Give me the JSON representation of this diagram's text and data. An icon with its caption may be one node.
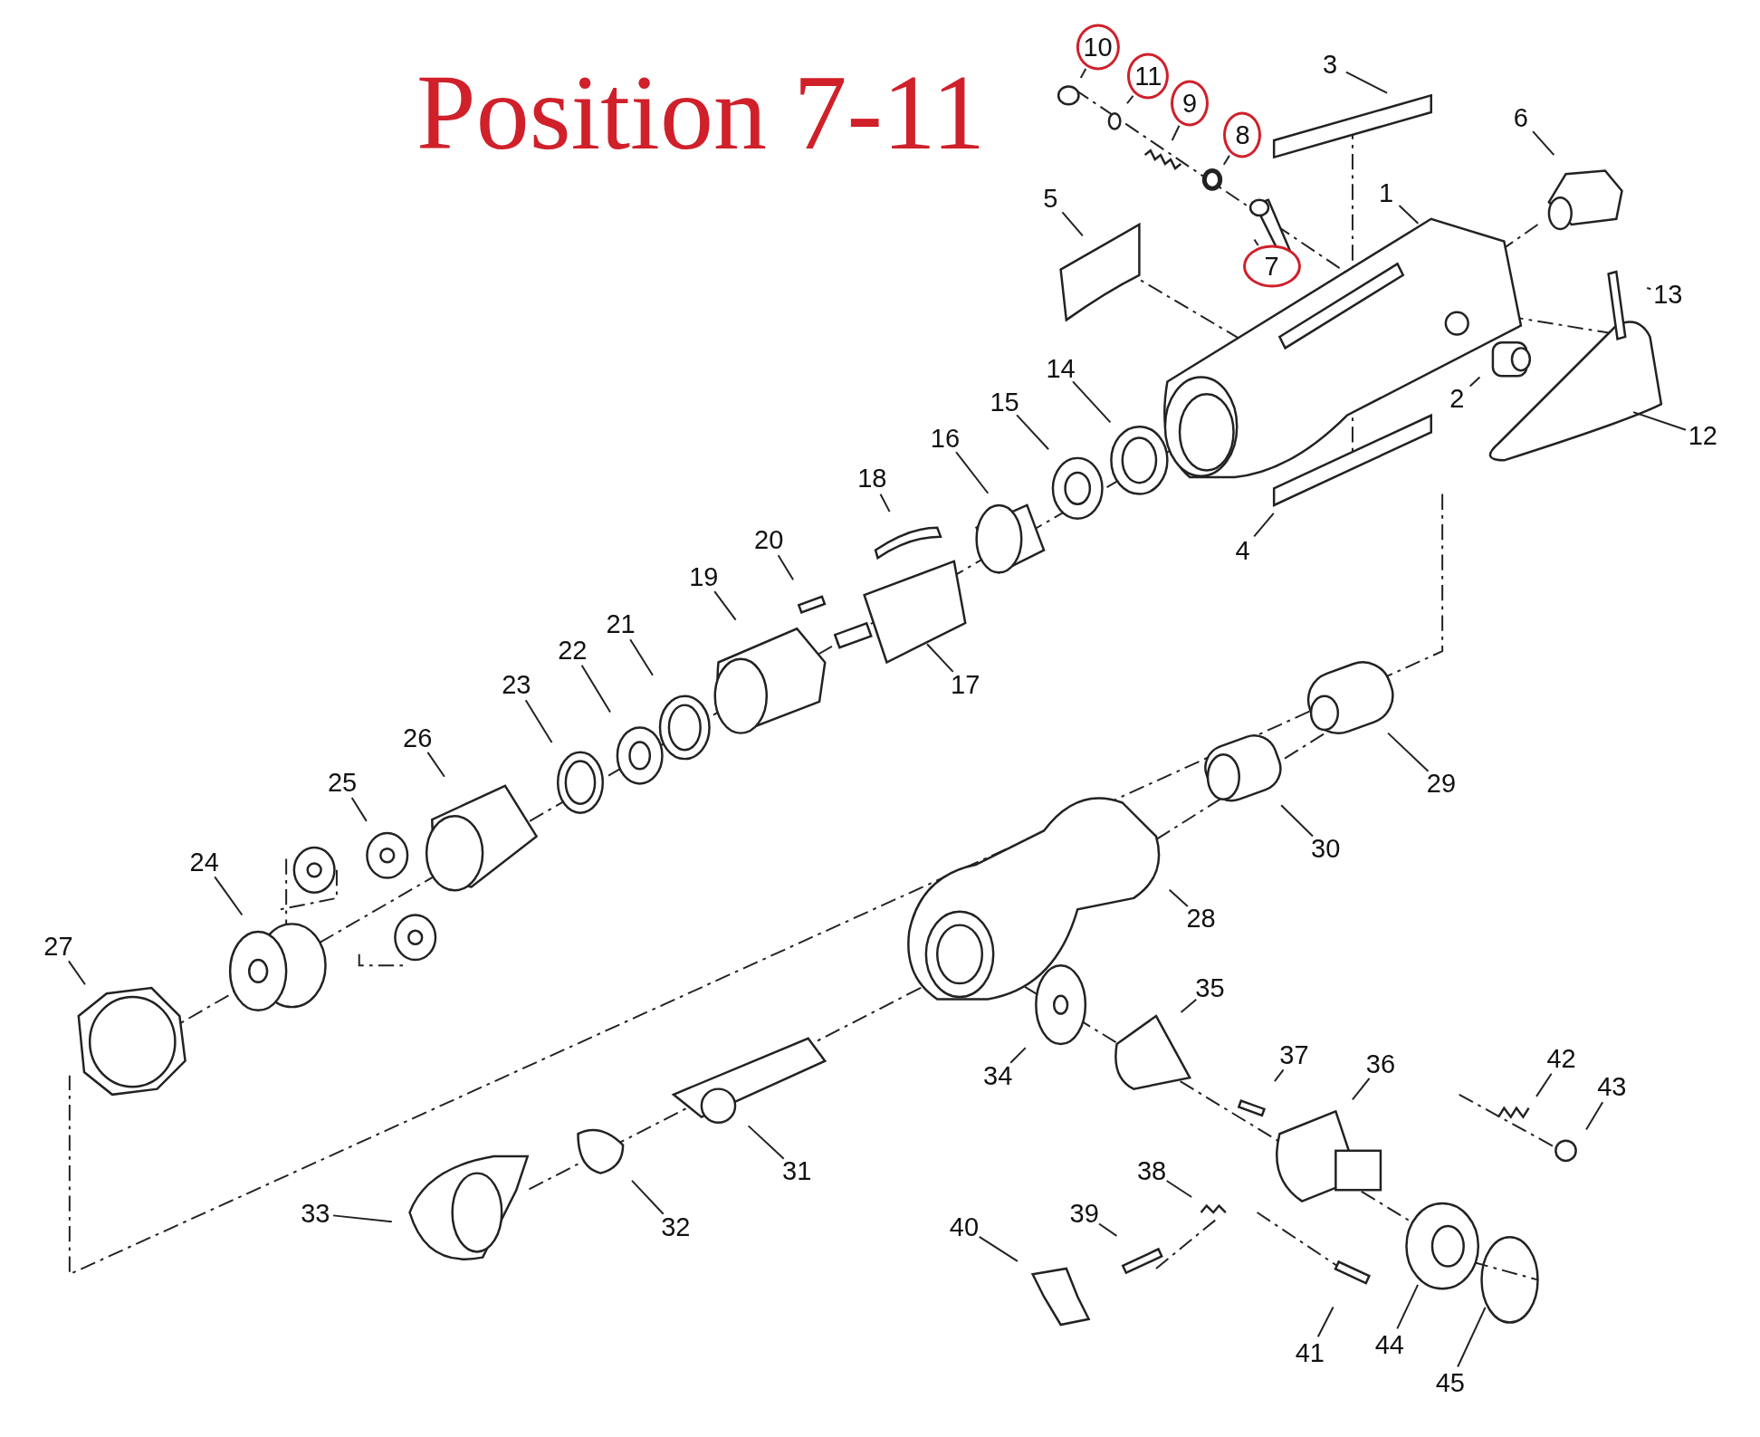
{
  "diagram": {
    "title": "Position 7-11",
    "nodes": [
      {
        "text": [
          "1"
        ]
      },
      {
        "text": [
          "2"
        ]
      },
      {
        "text": [
          "3"
        ]
      },
      {
        "text": [
          "4"
        ]
      },
      {
        "text": [
          "5"
        ]
      },
      {
        "text": [
          "6"
        ]
      },
      {
        "text": [
          "7"
        ]
      },
      {
        "text": [
          "8"
        ]
      },
      {
        "text": [
          "9"
        ]
      },
      {
        "text": [
          "10"
        ]
      },
      {
        "text": [
          "11"
        ]
      },
      {
        "text": [
          "12"
        ]
      },
      {
        "text": [
          "13"
        ]
      },
      {
        "text": [
          "14"
        ]
      },
      {
        "text": [
          "15"
        ]
      },
      {
        "text": [
          "16"
        ]
      },
      {
        "text": [
          "17"
        ]
      },
      {
        "text": [
          "18"
        ]
      },
      {
        "text": [
          "19"
        ]
      },
      {
        "text": [
          "20"
        ]
      },
      {
        "text": [
          "21"
        ]
      },
      {
        "text": [
          "22"
        ]
      },
      {
        "text": [
          "23"
        ]
      },
      {
        "text": [
          "24"
        ]
      },
      {
        "text": [
          "25"
        ]
      },
      {
        "text": [
          "26"
        ]
      },
      {
        "text": [
          "27"
        ]
      },
      {
        "text": [
          "28"
        ]
      },
      {
        "text": [
          "29"
        ]
      },
      {
        "text": [
          "30"
        ]
      },
      {
        "text": [
          "31"
        ]
      },
      {
        "text": [
          "32"
        ]
      },
      {
        "text": [
          "33"
        ]
      },
      {
        "text": [
          "34"
        ]
      },
      {
        "text": [
          "35"
        ]
      },
      {
        "text": [
          "36"
        ]
      },
      {
        "text": [
          "37"
        ]
      },
      {
        "text": [
          "38"
        ]
      },
      {
        "text": [
          "39"
        ]
      },
      {
        "text": [
          "40"
        ]
      },
      {
        "text": [
          "41"
        ]
      },
      {
        "text": [
          "42"
        ]
      },
      {
        "text": [
          "43"
        ]
      },
      {
        "text": [
          "44"
        ]
      },
      {
        "text": [
          "45"
        ]
      }
    ],
    "edges": [
      {
        "from": 0,
        "to": null,
        "arrow": "none"
      },
      {
        "from": 1,
        "to": null,
        "arrow": "none"
      },
      {
        "from": 2,
        "to": null,
        "arrow": "none"
      },
      {
        "from": 3,
        "to": null,
        "arrow": "none"
      },
      {
        "from": 4,
        "to": null,
        "arrow": "none"
      },
      {
        "from": 5,
        "to": null,
        "arrow": "none"
      },
      {
        "from": 6,
        "to": null,
        "arrow": "none"
      },
      {
        "from": 7,
        "to": null,
        "arrow": "none"
      },
      {
        "from": 8,
        "to": null,
        "arrow": "none"
      },
      {
        "from": 9,
        "to": null,
        "arrow": "none"
      },
      {
        "from": 10,
        "to": null,
        "arrow": "none"
      },
      {
        "from": 11,
        "to": null,
        "arrow": "none"
      },
      {
        "from": 12,
        "to": null,
        "arrow": "none"
      },
      {
        "from": 13,
        "to": null,
        "arrow": "none"
      },
      {
        "from": 14,
        "to": null,
        "arrow": "none"
      },
      {
        "from": 15,
        "to": null,
        "arrow": "none"
      },
      {
        "from": 16,
        "to": null,
        "arrow": "none"
      },
      {
        "from": 17,
        "to": null,
        "arrow": "none"
      },
      {
        "from": 18,
        "to": null,
        "arrow": "none"
      },
      {
        "from": 19,
        "to": null,
        "arrow": "none"
      },
      {
        "from": 20,
        "to": null,
        "arrow": "none"
      },
      {
        "from": 21,
        "to": null,
        "arrow": "none"
      },
      {
        "from": 22,
        "to": null,
        "arrow": "none"
      },
      {
        "from": 23,
        "to": null,
        "arrow": "none"
      },
      {
        "from": 24,
        "to": null,
        "arrow": "none"
      },
      {
        "from": 25,
        "to": null,
        "arrow": "none"
      },
      {
        "from": 26,
        "to": null,
        "arrow": "none"
      },
      {
        "from": 27,
        "to": null,
        "arrow": "none"
      },
      {
        "from": 28,
        "to": null,
        "arrow": "none"
      },
      {
        "from": 29,
        "to": null,
        "arrow": "none"
      },
      {
        "from": 30,
        "to": null,
        "arrow": "none"
      },
      {
        "from": 31,
        "to": null,
        "arrow": "none"
      },
      {
        "from": 32,
        "to": null,
        "arrow": "none"
      },
      {
        "from": 33,
        "to": null,
        "arrow": "none"
      },
      {
        "from": 34,
        "to": null,
        "arrow": "none"
      },
      {
        "from": 35,
        "to": null,
        "arrow": "none"
      },
      {
        "from": 36,
        "to": null,
        "arrow": "none"
      },
      {
        "from": 37,
        "to": null,
        "arrow": "none"
      },
      {
        "from": 38,
        "to": null,
        "arrow": "none"
      },
      {
        "from": 39,
        "to": null,
        "arrow": "none"
      },
      {
        "from": 40,
        "to": null,
        "arrow": "none"
      },
      {
        "from": 41,
        "to": null,
        "arrow": "none"
      },
      {
        "from": 42,
        "to": null,
        "arrow": "none"
      },
      {
        "from": 43,
        "to": null,
        "arrow": "none"
      },
      {
        "from": 44,
        "to": null,
        "arrow": "none"
      }
    ]
  }
}
